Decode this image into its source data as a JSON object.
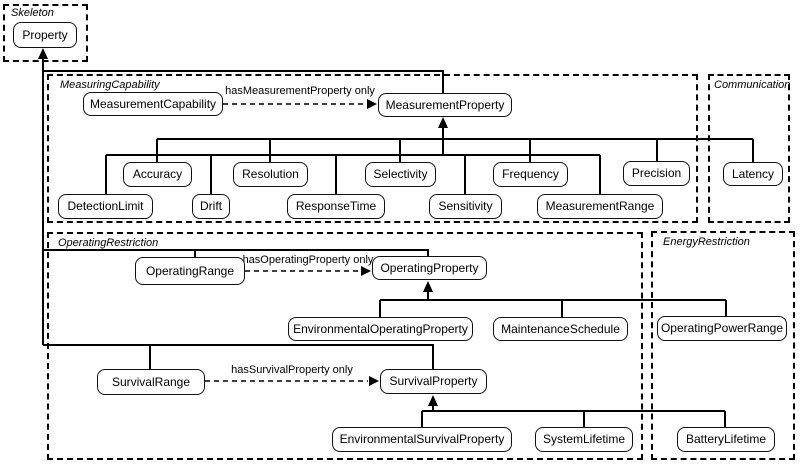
{
  "groups": {
    "skeleton": {
      "label": "Skeleton"
    },
    "measuring_capability": {
      "label": "MeasuringCapability"
    },
    "communication": {
      "label": "Communication"
    },
    "operating_restriction": {
      "label": "OperatingRestriction"
    },
    "energy_restriction": {
      "label": "EnergyRestriction"
    }
  },
  "classes": {
    "property": "Property",
    "measurement_capability": "MeasurementCapability",
    "measurement_property": "MeasurementProperty",
    "accuracy": "Accuracy",
    "resolution": "Resolution",
    "selectivity": "Selectivity",
    "frequency": "Frequency",
    "precision": "Precision",
    "latency": "Latency",
    "detection_limit": "DetectionLimit",
    "drift": "Drift",
    "response_time": "ResponseTime",
    "sensitivity": "Sensitivity",
    "measurement_range": "MeasurementRange",
    "operating_range": "OperatingRange",
    "operating_property": "OperatingProperty",
    "environmental_operating_property": "EnvironmentalOperatingProperty",
    "maintenance_schedule": "MaintenanceSchedule",
    "operating_power_range": "OperatingPowerRange",
    "survival_range": "SurvivalRange",
    "survival_property": "SurvivalProperty",
    "environmental_survival_property": "EnvironmentalSurvivalProperty",
    "system_lifetime": "SystemLifetime",
    "battery_lifetime": "BatteryLifetime"
  },
  "edges": {
    "has_measurement_property": "hasMeasurementProperty only",
    "has_operating_property": "hasOperatingProperty only",
    "has_survival_property": "hasSurvivalProperty only"
  },
  "colors": {
    "background": "#ffffff",
    "line": "#000000",
    "text": "#000000"
  }
}
